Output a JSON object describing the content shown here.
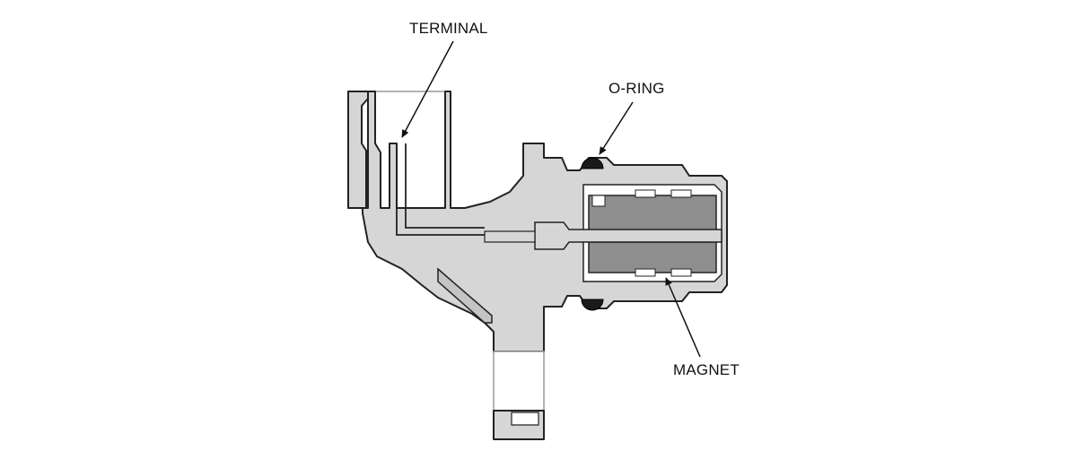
{
  "diagram": {
    "labels": {
      "terminal": "TERMINAL",
      "o_ring": "O-RING",
      "magnet": "MAGNET"
    },
    "colors": {
      "housing_fill": "#d6d6d6",
      "magnet_fill": "#8e8e8e",
      "o_ring_fill": "#1a1a1a",
      "outline": "#222222",
      "background": "#ffffff"
    }
  }
}
